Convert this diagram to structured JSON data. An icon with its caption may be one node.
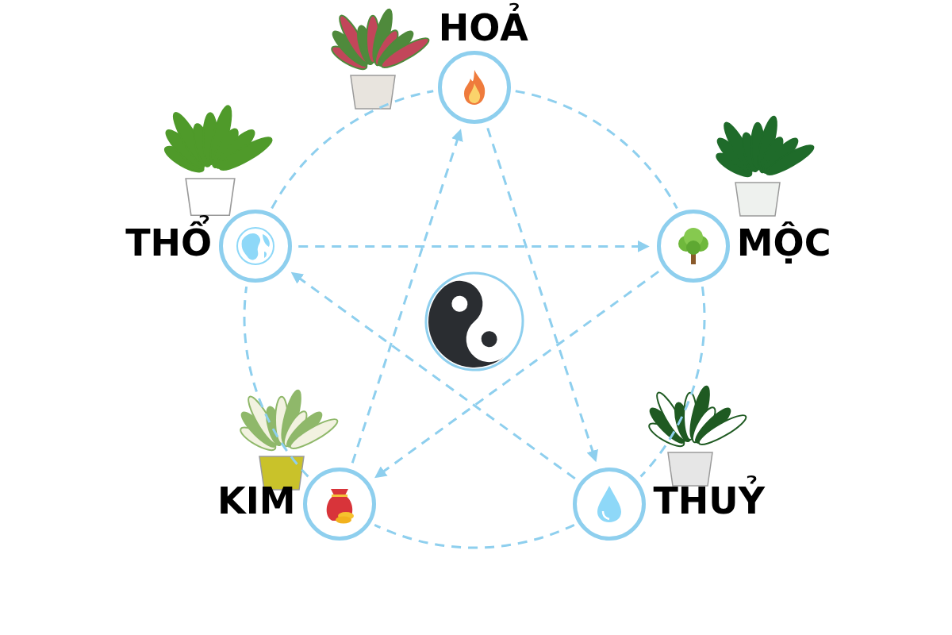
{
  "diagram": {
    "nodes": [
      {
        "text": [
          "HOẢ"
        ]
      },
      {
        "text": [
          "THỔ"
        ]
      },
      {
        "text": [
          "MỘC"
        ]
      },
      {
        "text": [
          "KIM"
        ]
      },
      {
        "text": [
          "THUỶ"
        ]
      }
    ],
    "edges": [
      {
        "from": 0,
        "to": 2,
        "arrow": "none",
        "style": "dashed"
      },
      {
        "from": 2,
        "to": 4,
        "arrow": "none",
        "style": "dashed"
      },
      {
        "from": 4,
        "to": 3,
        "arrow": "none",
        "style": "dashed"
      },
      {
        "from": 3,
        "to": 1,
        "arrow": "none",
        "style": "dashed"
      },
      {
        "from": 1,
        "to": 0,
        "arrow": "none",
        "style": "dashed"
      },
      {
        "from": 3,
        "to": 0,
        "arrow": "to",
        "style": "dashed"
      },
      {
        "from": 0,
        "to": 4,
        "arrow": "to",
        "style": "dashed"
      },
      {
        "from": 1,
        "to": 2,
        "arrow": "to",
        "style": "dashed"
      },
      {
        "from": 2,
        "to": 3,
        "arrow": "to",
        "style": "dashed"
      },
      {
        "from": 4,
        "to": 1,
        "arrow": "to",
        "style": "dashed"
      }
    ]
  }
}
